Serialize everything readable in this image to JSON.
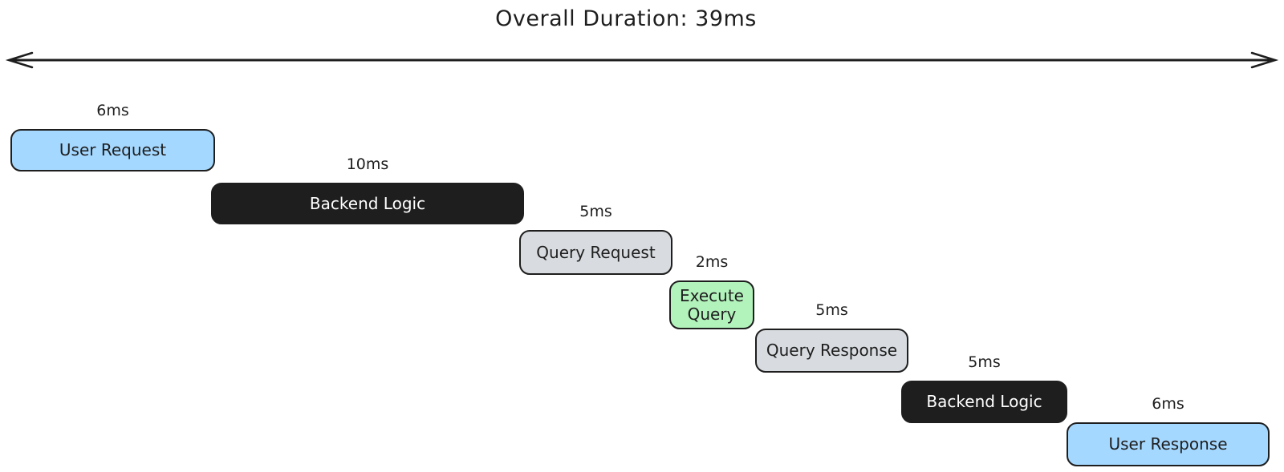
{
  "title": "Overall Duration: 39ms",
  "arrow": {
    "icon": "double-headed-arrow",
    "color": "#1e1e1e"
  },
  "colors": {
    "background": "#ffffff",
    "stroke": "#1e1e1e",
    "blue": "#a5d8ff",
    "black": "#1e1e1e",
    "gray": "#d8dce0",
    "green": "#b2f2bb",
    "white_text": "#ffffff"
  },
  "steps": [
    {
      "label": "User Request",
      "duration": "6ms",
      "fill": "#a5d8ff",
      "text_color": "#1e1e1e"
    },
    {
      "label": "Backend Logic",
      "duration": "10ms",
      "fill": "#1e1e1e",
      "text_color": "#ffffff"
    },
    {
      "label": "Query Request",
      "duration": "5ms",
      "fill": "#d8dce0",
      "text_color": "#1e1e1e"
    },
    {
      "label": "Execute Query",
      "duration": "2ms",
      "fill": "#b2f2bb",
      "text_color": "#1e1e1e"
    },
    {
      "label": "Query Response",
      "duration": "5ms",
      "fill": "#d8dce0",
      "text_color": "#1e1e1e"
    },
    {
      "label": "Backend Logic",
      "duration": "5ms",
      "fill": "#1e1e1e",
      "text_color": "#ffffff"
    },
    {
      "label": "User Response",
      "duration": "6ms",
      "fill": "#a5d8ff",
      "text_color": "#1e1e1e"
    }
  ]
}
